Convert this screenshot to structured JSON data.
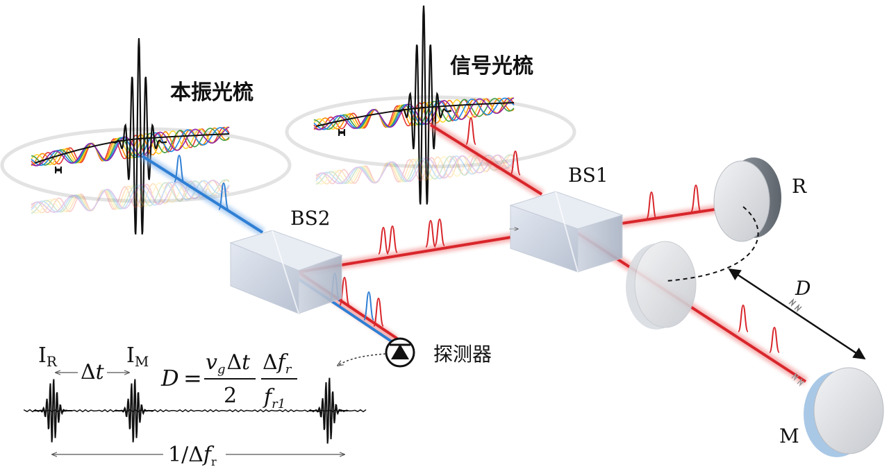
{
  "labels": {
    "lo_comb": "本振光梳",
    "signal_comb": "信号光梳",
    "bs1": "BS1",
    "bs2": "BS2",
    "ref_mirror": "R",
    "meas_mirror": "M",
    "distance": "D",
    "detector": "探测器"
  },
  "trace": {
    "i_ref": "I",
    "i_ref_sub": "R",
    "i_meas": "I",
    "i_meas_sub": "M",
    "delta_t": "Δ",
    "delta_t_var": "t",
    "period_num": "1/",
    "period_delta": "Δ",
    "period_var": "f",
    "period_sub": "r"
  },
  "formula": {
    "lhs": "D",
    "eq": "=",
    "v": "v",
    "v_sub": "g",
    "delta": "Δ",
    "t": "t",
    "two": "2",
    "df_delta": "Δ",
    "df_f": "f",
    "df_sub": "r",
    "f": "f",
    "f_sub": "r1"
  },
  "colors": {
    "signal_beam": "#d8262b",
    "lo_beam": "#2f7fd4",
    "glass": "#cfd6e2"
  }
}
